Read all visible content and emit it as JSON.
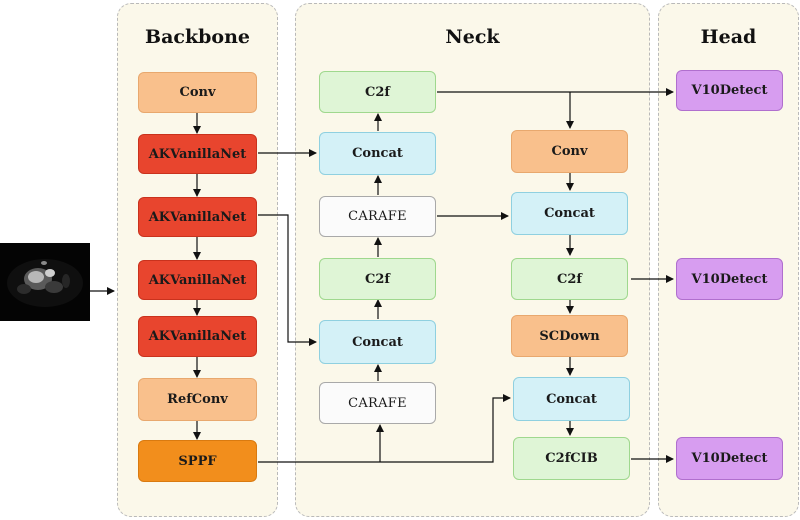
{
  "sections": {
    "backbone": "Backbone",
    "neck": "Neck",
    "head": "Head"
  },
  "nodes": {
    "bb_conv": "Conv",
    "bb_ak1": "AKVanillaNet",
    "bb_ak2": "AKVanillaNet",
    "bb_ak3": "AKVanillaNet",
    "bb_ak4": "AKVanillaNet",
    "bb_refconv": "RefConv",
    "bb_sppf": "SPPF",
    "nk_c2f_top": "C2f",
    "nk_concat1": "Concat",
    "nk_carafe1": "CARAFE",
    "nk_c2f_mid": "C2f",
    "nk_concat2": "Concat",
    "nk_carafe2": "CARAFE",
    "nk_conv": "Conv",
    "nk_concat3": "Concat",
    "nk_c2f_r": "C2f",
    "nk_scdown": "SCDown",
    "nk_concat4": "Concat",
    "nk_c2fcib": "C2fCIB",
    "hd_det1": "V10Detect",
    "hd_det2": "V10Detect",
    "hd_det3": "V10Detect"
  },
  "colors": {
    "panel_bg": "#fbf8ea",
    "conv_orange": "#f9c08c",
    "akvanilla_red": "#e8452e",
    "sppf_orange": "#f28e1c",
    "c2f_green": "#dff5d6",
    "concat_cyan": "#d4f1f7",
    "carafe_white": "#fbfbfb",
    "detect_purple": "#d79df0"
  }
}
